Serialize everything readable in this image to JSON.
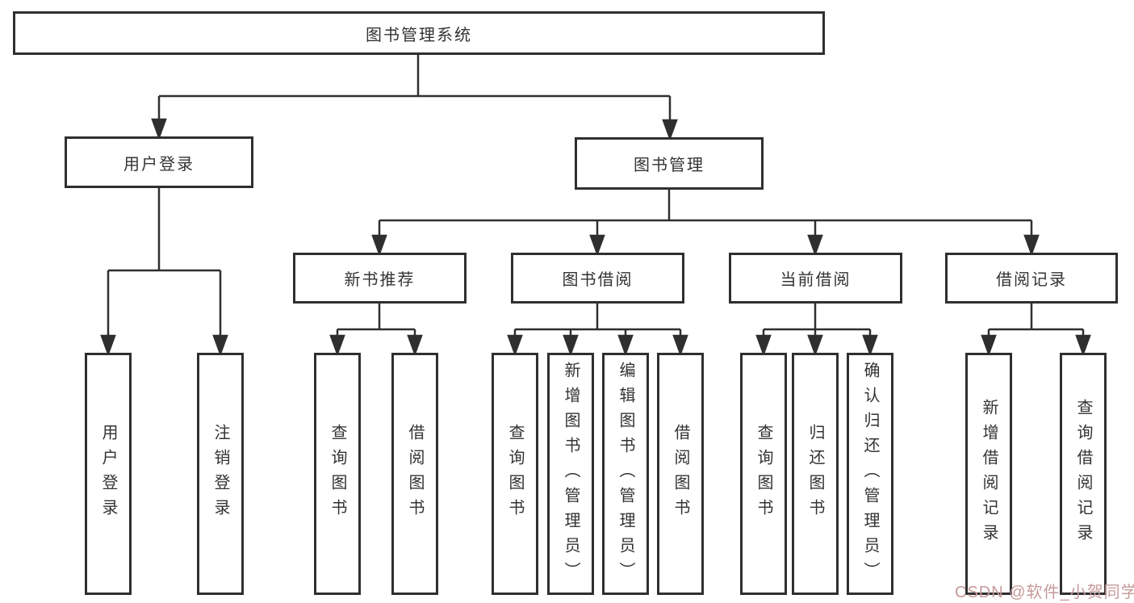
{
  "tree": {
    "label": "图书管理系统",
    "children": [
      {
        "label": "用户登录",
        "children": [
          {
            "label": "用户登录"
          },
          {
            "label": "注销登录"
          }
        ]
      },
      {
        "label": "图书管理",
        "children": [
          {
            "label": "新书推荐",
            "children": [
              {
                "label": "查询图书"
              },
              {
                "label": "借阅图书"
              }
            ]
          },
          {
            "label": "图书借阅",
            "children": [
              {
                "label": "查询图书"
              },
              {
                "label": "新增图书（管理员）"
              },
              {
                "label": "编辑图书（管理员）"
              },
              {
                "label": "借阅图书"
              }
            ]
          },
          {
            "label": "当前借阅",
            "children": [
              {
                "label": "查询图书"
              },
              {
                "label": "归还图书"
              },
              {
                "label": "确认归还（管理员）"
              }
            ]
          },
          {
            "label": "借阅记录",
            "children": [
              {
                "label": "新增借阅记录"
              },
              {
                "label": "查询借阅记录"
              }
            ]
          }
        ]
      }
    ]
  },
  "watermark": {
    "text": "CSDN @软件_小贺同学"
  },
  "colors": {
    "line": "#2f2f2f",
    "text": "#333333",
    "background": "#ffffff",
    "watermark": "#c79a9a"
  }
}
